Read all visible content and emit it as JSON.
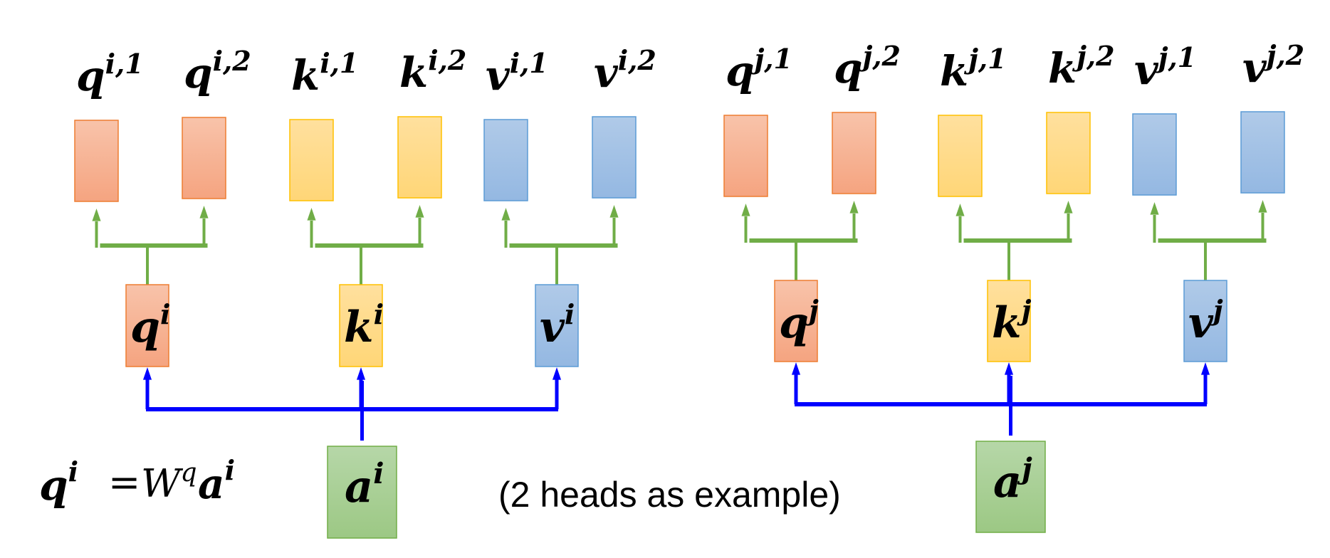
{
  "colors": {
    "q_fill_top": "#F8C3AA",
    "q_fill_bottom": "#F5A480",
    "q_stroke": "#ED7D31",
    "k_fill_top": "#FFE09E",
    "k_fill_bottom": "#FFD677",
    "k_stroke": "#FFC000",
    "v_fill_top": "#B0CAE8",
    "v_fill_bottom": "#94B8E2",
    "v_stroke": "#5B9BD5",
    "a_fill_top": "#B6D7A8",
    "a_fill_bottom": "#9CC884",
    "a_stroke": "#70AD47",
    "green_arrow": "#70AD47",
    "blue_arrow": "#0000FF"
  },
  "groups": [
    {
      "token": "i",
      "input": {
        "base": "a",
        "sup": "i"
      },
      "projections": [
        {
          "kind": "q",
          "base": "q",
          "sup": "i",
          "heads": [
            {
              "base": "q",
              "sup": "i,1"
            },
            {
              "base": "q",
              "sup": "i,2"
            }
          ]
        },
        {
          "kind": "k",
          "base": "k",
          "sup": "i",
          "heads": [
            {
              "base": "k",
              "sup": "i,1"
            },
            {
              "base": "k",
              "sup": "i,2"
            }
          ]
        },
        {
          "kind": "v",
          "base": "v",
          "sup": "i",
          "heads": [
            {
              "base": "v",
              "sup": "i,1"
            },
            {
              "base": "v",
              "sup": "i,2"
            }
          ]
        }
      ]
    },
    {
      "token": "j",
      "input": {
        "base": "a",
        "sup": "j"
      },
      "projections": [
        {
          "kind": "q",
          "base": "q",
          "sup": "j",
          "heads": [
            {
              "base": "q",
              "sup": "j,1"
            },
            {
              "base": "q",
              "sup": "j,2"
            }
          ]
        },
        {
          "kind": "k",
          "base": "k",
          "sup": "j",
          "heads": [
            {
              "base": "k",
              "sup": "j,1"
            },
            {
              "base": "k",
              "sup": "j,2"
            }
          ]
        },
        {
          "kind": "v",
          "base": "v",
          "sup": "j",
          "heads": [
            {
              "base": "v",
              "sup": "j,1"
            },
            {
              "base": "v",
              "sup": "j,2"
            }
          ]
        }
      ]
    }
  ],
  "equation": {
    "lhs_base": "q",
    "lhs_sup": "i",
    "equals": "=",
    "weight_base": "W",
    "weight_sup": "q",
    "rhs_base": "a",
    "rhs_sup": "i"
  },
  "caption": "(2 heads as example)"
}
